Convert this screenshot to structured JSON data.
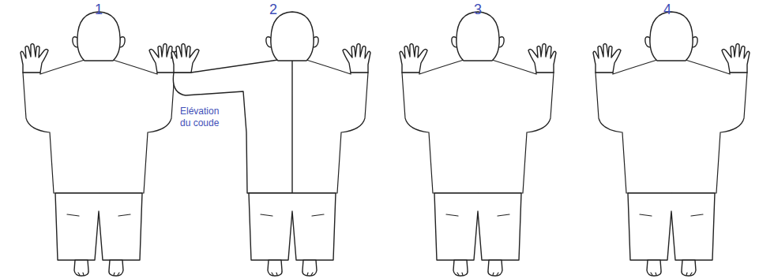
{
  "diagram": {
    "labels": [
      "1",
      "2",
      "3",
      "4",
      "Elévation du coude"
    ]
  }
}
